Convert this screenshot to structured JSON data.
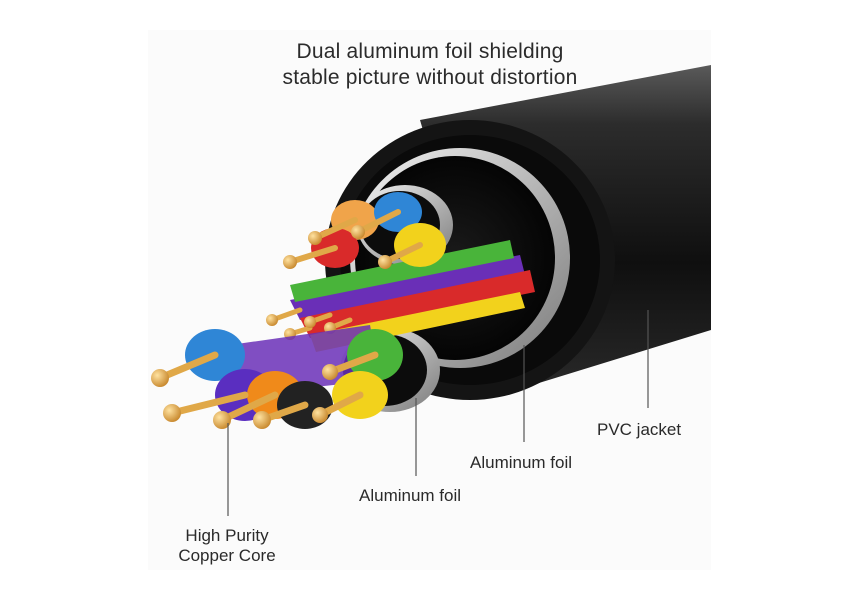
{
  "title": {
    "line1": "Dual aluminum foil shielding",
    "line2": "stable picture without distortion"
  },
  "labels": {
    "pvc_jacket": "PVC jacket",
    "aluminum_foil_outer": "Aluminum foil",
    "aluminum_foil_inner": "Aluminum foil",
    "copper_core_line1": "High Purity",
    "copper_core_line2": "Copper Core"
  },
  "colors": {
    "jacket": "#1c1c1c",
    "foil": "#c9c9c9",
    "copper": "#e0a848",
    "wire_blue": "#2f86d6",
    "wire_yellow": "#f2d21c",
    "wire_red": "#d92a2a",
    "wire_green": "#49b43a",
    "wire_purple": "#6a2fb7",
    "wire_orange": "#f08a1a"
  }
}
